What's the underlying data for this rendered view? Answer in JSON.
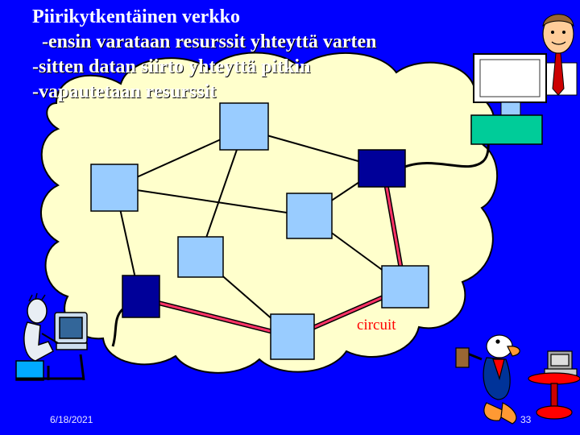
{
  "slide": {
    "title_lines": [
      "Piirikytkentäinen verkko",
      "-ensin varataan resurssit yhteyttä varten",
      "-sitten datan siirto yhteyttä pitkin",
      "-vapautetaan resurssit"
    ],
    "circuit_label": "circuit",
    "footer": {
      "date": "6/18/2021",
      "page": "33"
    }
  },
  "colors": {
    "background": "#0000ff",
    "cloud": "#ffffcc",
    "node_light": "#99ccff",
    "node_dark": "#000099",
    "circuit_line": "#ff3366",
    "circuit_label": "#ff0000"
  },
  "icons": [
    "person-with-tie-icon",
    "computer-monitor-icon",
    "user-at-computer-icon",
    "duck-with-hammer-icon",
    "computer-on-table-icon"
  ]
}
